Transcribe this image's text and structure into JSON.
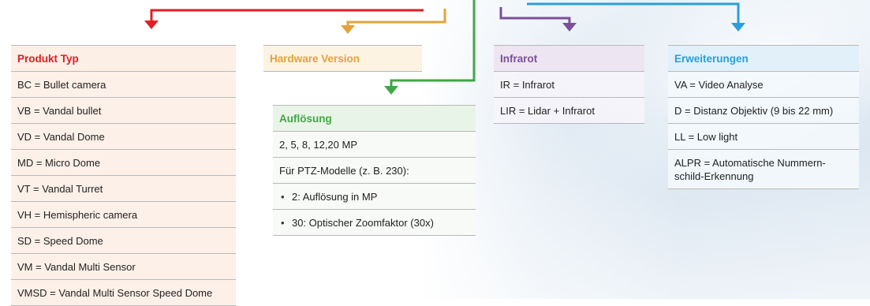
{
  "colors": {
    "typ": "#e01e26",
    "hardware": "#e3a33a",
    "aufloesung": "#3fa845",
    "infrarot": "#7b4f99",
    "erweiterungen": "#2a9fda"
  },
  "produkt_typ": {
    "header": "Produkt Typ",
    "items": [
      "BC = Bullet camera",
      "VB = Vandal bullet",
      "VD = Vandal Dome",
      "MD = Micro Dome",
      "VT = Vandal Turret",
      "VH = Hemispheric camera",
      "SD = Speed Dome",
      "VM = Vandal Multi Sensor",
      "VMSD = Vandal Multi Sensor Speed Dome"
    ]
  },
  "hardware_version": {
    "header": "Hardware Version"
  },
  "aufloesung": {
    "header": "Auflösung",
    "items": [
      "2, 5, 8, 12,20 MP",
      "Für PTZ-Modelle (z. B. 230):"
    ],
    "bullets": [
      "2: Auflösung in MP",
      "30: Optischer Zoomfaktor (30x)"
    ]
  },
  "infrarot": {
    "header": "Infrarot",
    "items": [
      "IR = Infrarot",
      "LIR = Lidar + Infrarot"
    ]
  },
  "erweiterungen": {
    "header": "Erweiterungen",
    "items": [
      "VA = Video Analyse",
      "D = Distanz Objektiv (9 bis 22 mm)",
      "LL = Low light",
      "ALPR = Automatische Nummern-schild-Erkennung"
    ]
  }
}
